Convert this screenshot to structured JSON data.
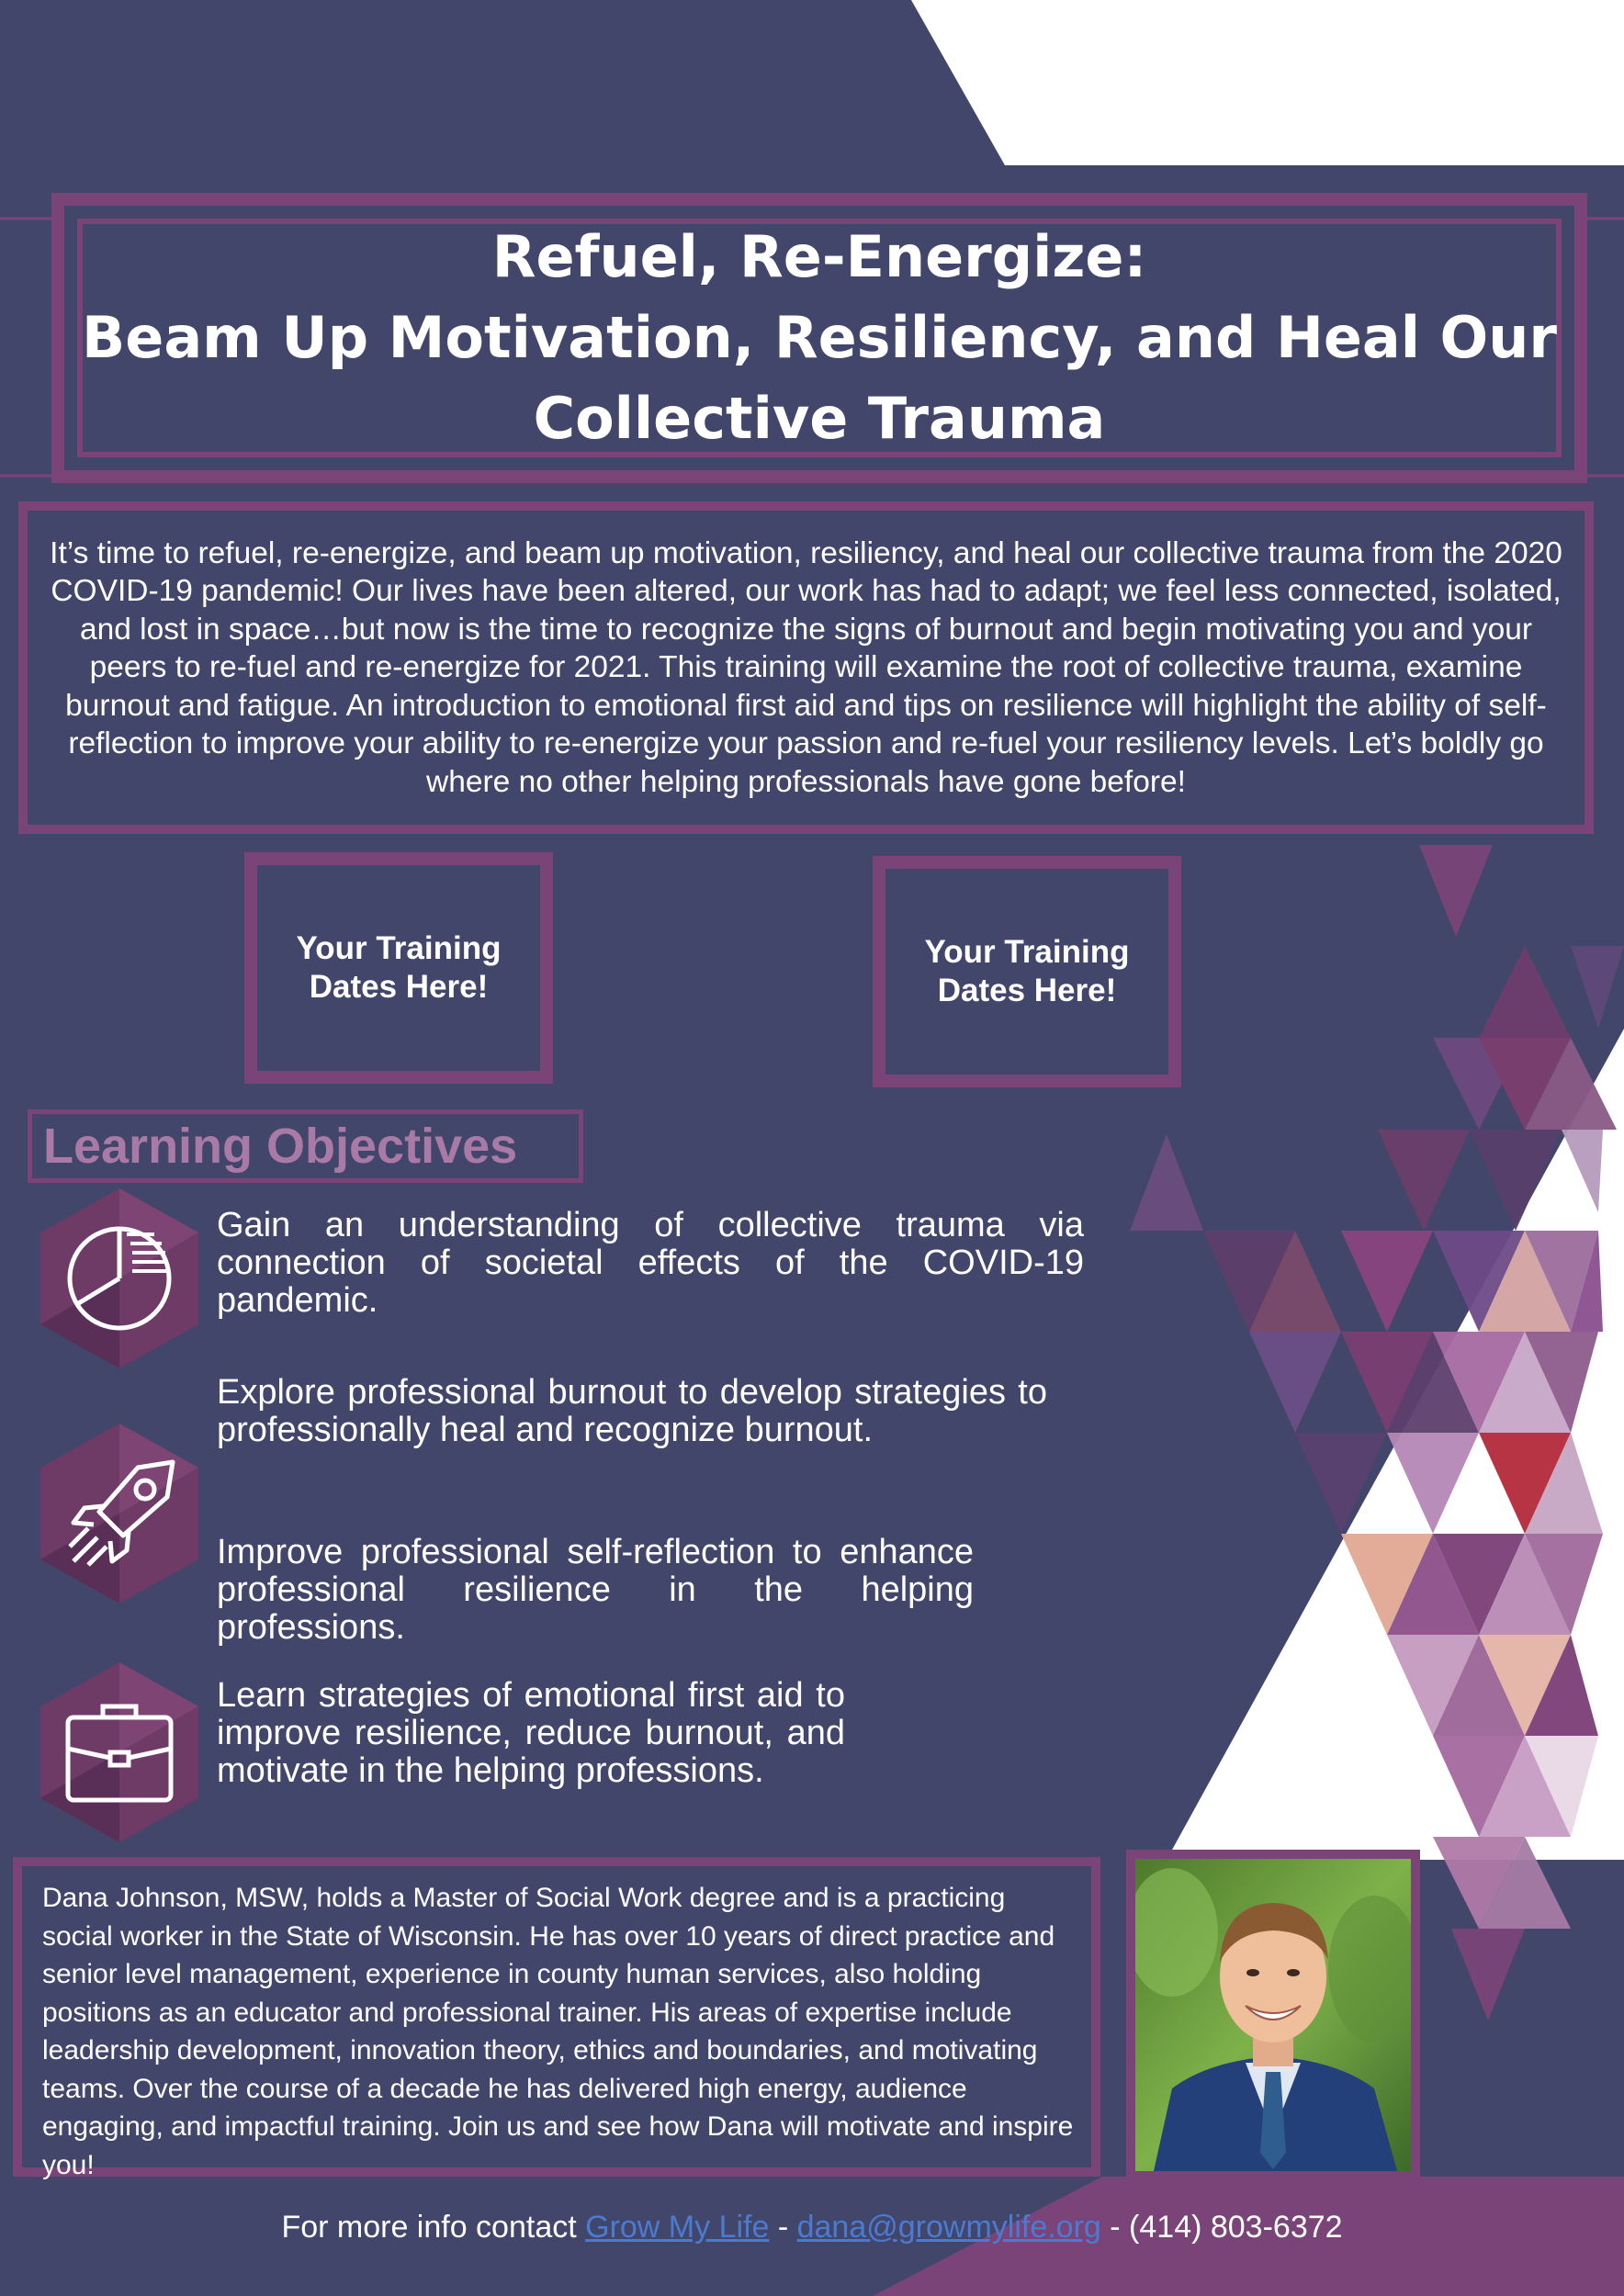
{
  "colors": {
    "background": "#43466b",
    "accent_purple": "#7a4478",
    "heading_purple": "#a97aa6",
    "link_blue": "#4a7bd0",
    "white": "#ffffff"
  },
  "title": {
    "line1": "Refuel, Re-Energize:",
    "line2": "Beam Up Motivation, Resiliency, and Heal Our",
    "line3": "Collective Trauma"
  },
  "intro": "It’s time to refuel, re-energize, and beam up motivation, resiliency, and heal our collective trauma from the 2020 COVID-19 pandemic!  Our lives have been altered, our work has had to adapt; we feel less connected, isolated, and lost in space…but now is the time to recognize the signs of burnout and begin motivating you and your peers to re-fuel and re-energize for 2021.  This training will examine the root of collective trauma, examine burnout and fatigue.  An introduction to emotional first aid and tips on resilience will highlight the ability of self-reflection to improve your ability to re-energize your passion and re-fuel your resiliency levels.  Let’s boldly go where no other helping professionals have gone before!",
  "training_dates": [
    "Your Training Dates Here!",
    "Your Training Dates Here!"
  ],
  "objectives_heading": "Learning Objectives",
  "objectives": [
    "Gain an understanding of collective trauma via connection of societal effects of the COVID-19 pandemic.",
    "Explore professional burnout to develop strategies to professionally heal and recognize burnout.",
    "Improve professional self-reflection to enhance professional resilience in the helping professions.",
    "Learn strategies of emotional first aid to improve resilience, reduce burnout, and motivate in the helping professions."
  ],
  "icons": [
    "pie-chart-icon",
    "rocket-icon",
    "briefcase-icon"
  ],
  "bio": "Dana Johnson, MSW, holds a Master of Social Work degree and is a practicing social worker in the State of Wisconsin.  He has over 10 years of direct practice and senior level management, experience in county human services, also holding positions as an educator and professional trainer.  His areas of expertise include leadership development, innovation theory, ethics and boundaries, and motivating teams.  Over the course of a decade he has delivered high energy, audience engaging, and impactful training.  Join us and see how Dana will motivate and inspire you!",
  "contact": {
    "prefix": "For more info contact ",
    "org_link": "Grow My Life",
    "sep1": " - ",
    "email_link": "dana@growmylife.org",
    "sep2": " - ",
    "phone": "(414) 803-6372"
  }
}
